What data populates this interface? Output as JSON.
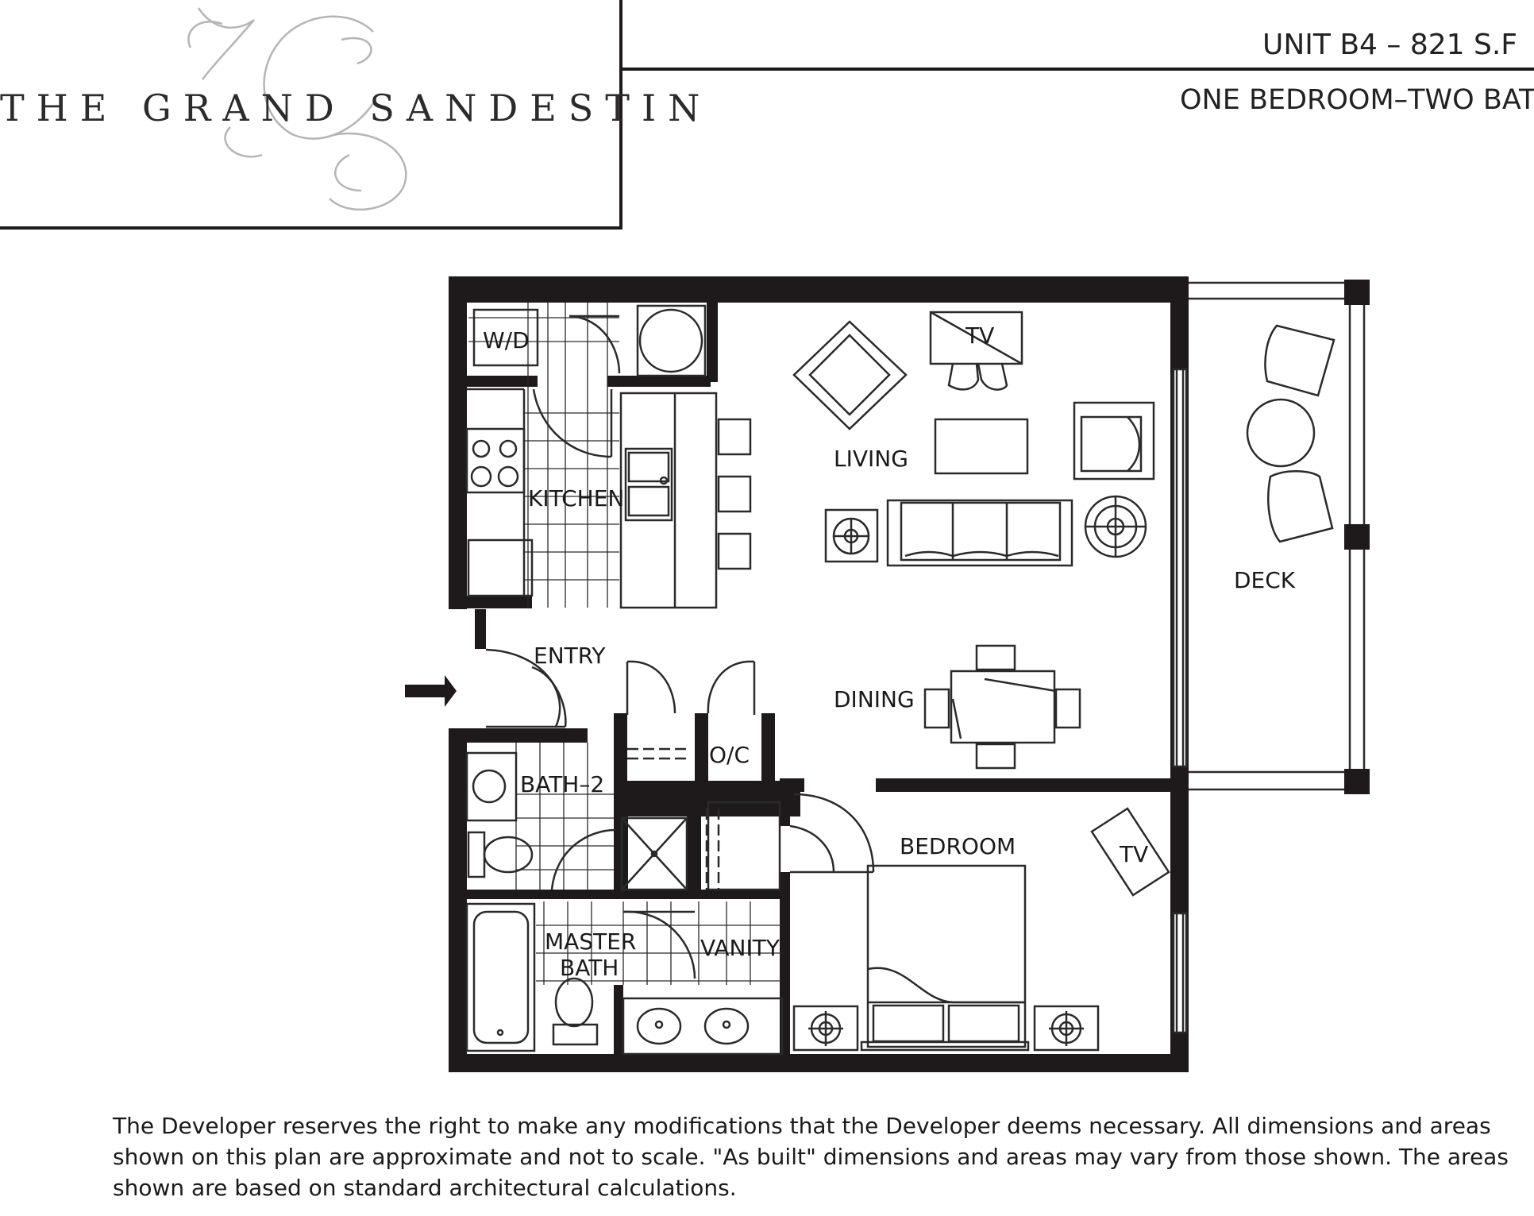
{
  "header": {
    "brand_name": "THE GRAND SANDESTIN",
    "monogram": "TGS",
    "unit_title": "UNIT B4 – 821 S.F",
    "unit_type": "ONE BEDROOM–TWO BATH"
  },
  "rooms": {
    "wd": "W/D",
    "kitchen": "KITCHEN",
    "living": "LIVING",
    "tv_living": "TV",
    "deck": "DECK",
    "entry": "ENTRY",
    "dining": "DINING",
    "oc": "O/C",
    "bath2": "BATH–2",
    "bedroom": "BEDROOM",
    "tv_bedroom": "TV",
    "master_bath_1": "MASTER",
    "master_bath_2": "BATH",
    "vanity": "VANITY"
  },
  "disclaimer": {
    "line1": "The Developer reserves the right to make any modifications that the Developer deems necessary.  All dimensions and areas",
    "line2": "shown on this plan are approximate and not to scale.  \"As built\" dimensions and areas may vary from those shown.  The areas",
    "line3": "shown are based on standard architectural calculations."
  },
  "colors": {
    "wall": "#1e1a1c",
    "line": "#2a2a2a",
    "monogram": "#b8b8b8",
    "paper": "#ffffff"
  }
}
